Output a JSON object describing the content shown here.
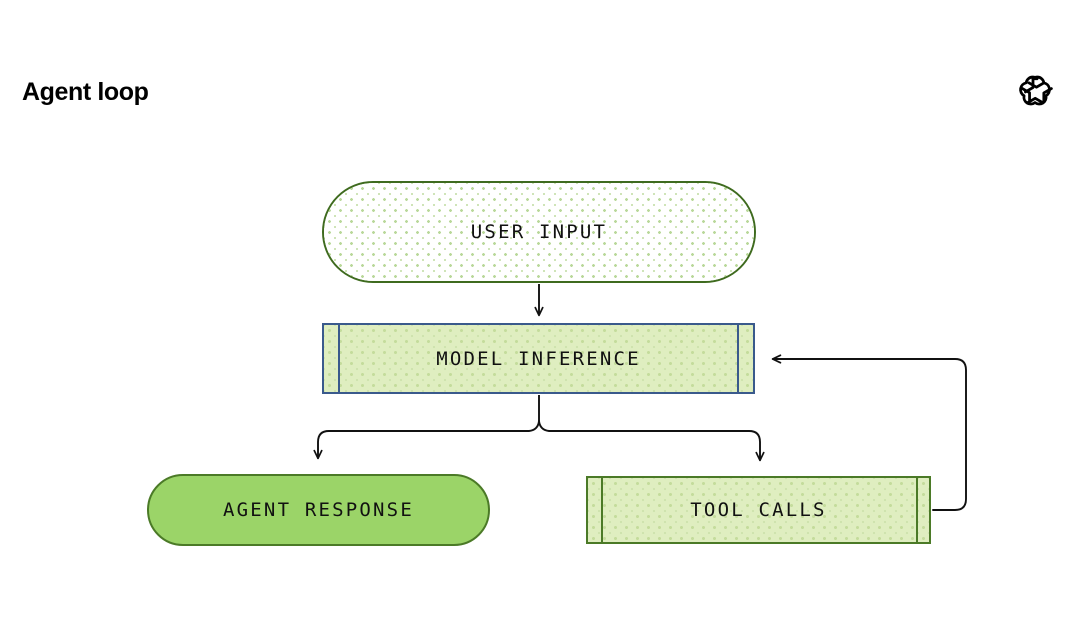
{
  "header": {
    "title": "Agent loop",
    "logo_icon": "openai-logo-icon"
  },
  "diagram": {
    "type": "flowchart",
    "nodes": [
      {
        "id": "user-input",
        "label": "USER INPUT",
        "shape": "pill",
        "fill": "#ffffff",
        "pattern": "green-dot-grid",
        "border_color": "#3f6b1f"
      },
      {
        "id": "model-inference",
        "label": "MODEL INFERENCE",
        "shape": "subroutine",
        "fill": "#dfeec0",
        "pattern": "green-dots",
        "border_color": "#3a5a8c"
      },
      {
        "id": "agent-response",
        "label": "AGENT RESPONSE",
        "shape": "pill",
        "fill": "#9bd468",
        "pattern": "solid",
        "border_color": "#4b7a27"
      },
      {
        "id": "tool-calls",
        "label": "TOOL CALLS",
        "shape": "subroutine",
        "fill": "#dfeec0",
        "pattern": "green-dots",
        "border_color": "#4b7a27"
      }
    ],
    "edges": [
      {
        "id": "edge-user-input-to-model-inference",
        "from": "user-input",
        "to": "model-inference",
        "style": "straight-arrow"
      },
      {
        "id": "edge-model-inference-to-agent-response",
        "from": "model-inference",
        "to": "agent-response",
        "style": "branch-arrow"
      },
      {
        "id": "edge-model-inference-to-tool-calls",
        "from": "model-inference",
        "to": "tool-calls",
        "style": "branch-arrow"
      },
      {
        "id": "edge-tool-calls-to-model-inference",
        "from": "tool-calls",
        "to": "model-inference",
        "style": "feedback-loop-arrow"
      }
    ],
    "edge_color": "#111111"
  }
}
